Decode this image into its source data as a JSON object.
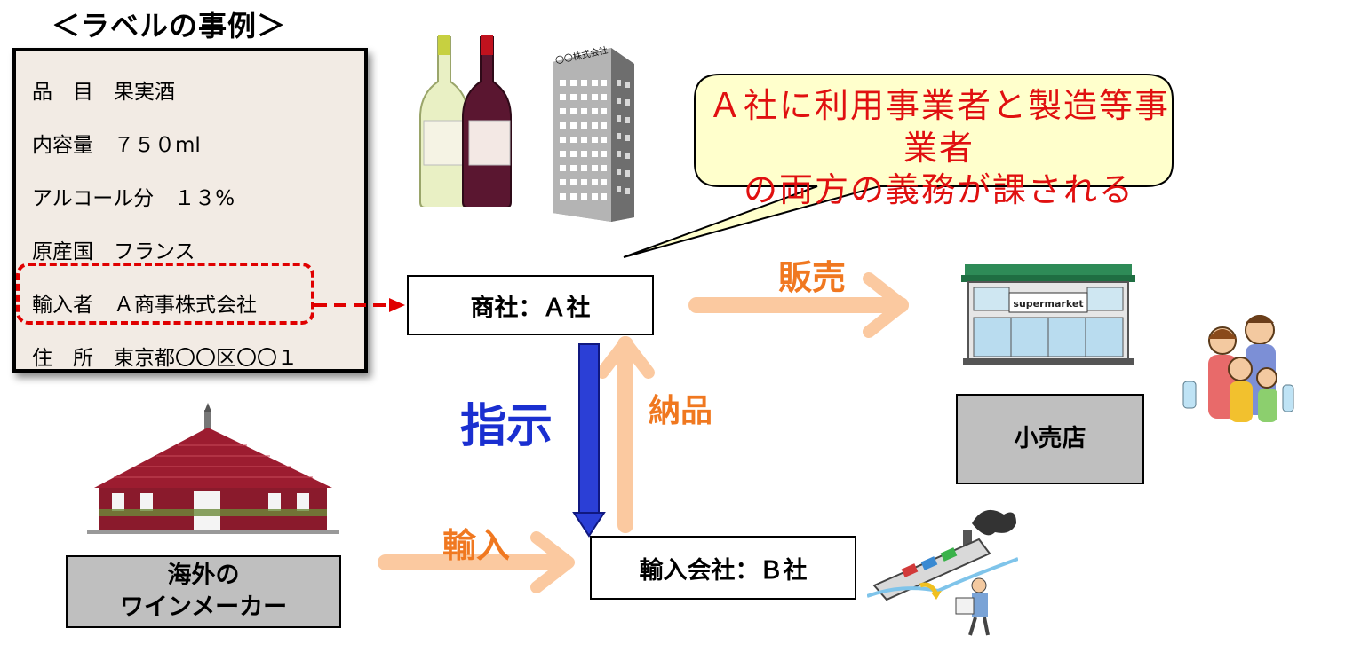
{
  "label_example": {
    "title": "＜ラベルの事例＞",
    "lines": [
      "品　目　果実酒",
      "内容量　７５０ml",
      "アルコール分　１３%",
      "原産国　フランス",
      "輸入者　Ａ商事株式会社",
      "住　所　東京都〇〇区〇〇１"
    ]
  },
  "building_sign": "〇〇株式会社",
  "callout": {
    "line1": "Ａ社に利用事業者と製造等事業者",
    "line2": "の両方の義務が課される"
  },
  "nodes": {
    "company_a": "商社：Ａ社",
    "company_b": "輸入会社：Ｂ社",
    "retailer": "小売店",
    "maker_line1": "海外の",
    "maker_line2": "ワインメーカー"
  },
  "arrows": {
    "sale": "販売",
    "instruction": "指示",
    "delivery": "納品",
    "import": "輸入"
  },
  "supermarket_sign": "supermarket",
  "colors": {
    "red": "#e00000",
    "orange_arrow": "#fbc9a0",
    "orange_text": "#f07820",
    "blue": "#1a2fd0",
    "gray": "#bfbfbf"
  }
}
